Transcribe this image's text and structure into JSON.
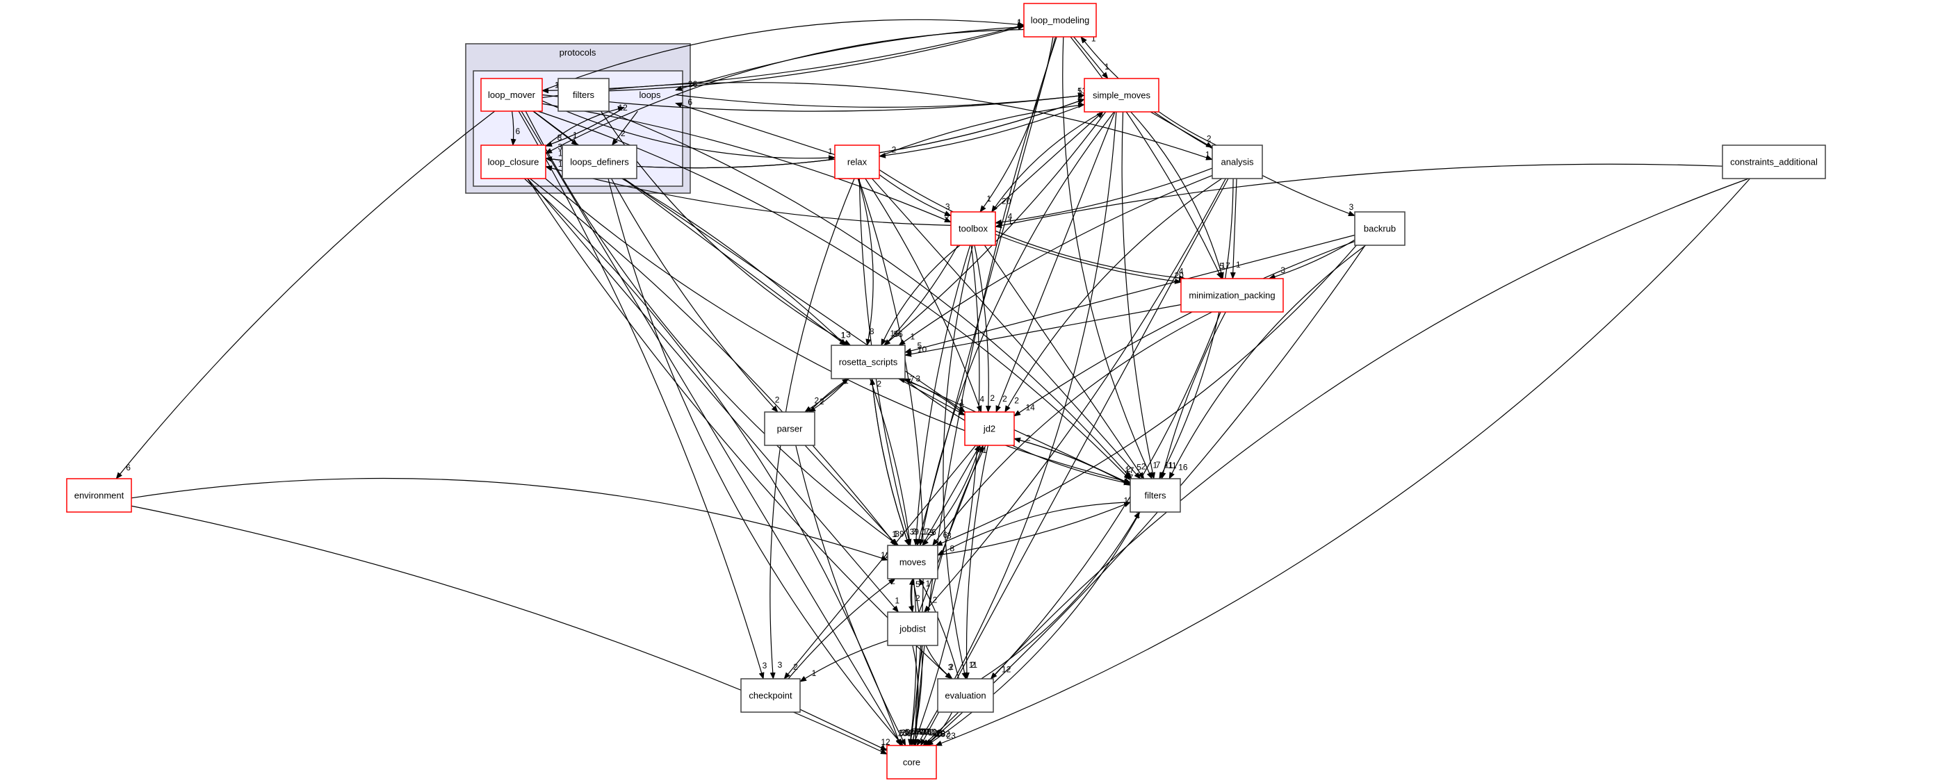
{
  "title": "Directory dependency graph: loop_modeling",
  "colors": {
    "linked_border": "#ff0000",
    "plain_border": "#404040",
    "cluster_outer_fill": "#dddded",
    "cluster_inner_fill": "#eeeeff"
  },
  "clusters": [
    {
      "id": "protocols",
      "label": "protocols"
    }
  ],
  "nodes": [
    {
      "id": "loop_modeling",
      "label": "loop_modeling",
      "linked": true
    },
    {
      "id": "loop_mover",
      "label": "loop_mover",
      "linked": true
    },
    {
      "id": "proto_filters",
      "label": "filters",
      "linked": false
    },
    {
      "id": "loops",
      "label": "loops",
      "linked": false,
      "boxless": true
    },
    {
      "id": "loop_closure",
      "label": "loop_closure",
      "linked": true
    },
    {
      "id": "loops_definers",
      "label": "loops_definers",
      "linked": false
    },
    {
      "id": "simple_moves",
      "label": "simple_moves",
      "linked": true
    },
    {
      "id": "relax",
      "label": "relax",
      "linked": true
    },
    {
      "id": "analysis",
      "label": "analysis",
      "linked": false
    },
    {
      "id": "constraints_additional",
      "label": "constraints_additional",
      "linked": false
    },
    {
      "id": "toolbox",
      "label": "toolbox",
      "linked": true
    },
    {
      "id": "backrub",
      "label": "backrub",
      "linked": false
    },
    {
      "id": "minimization_packing",
      "label": "minimization_packing",
      "linked": true
    },
    {
      "id": "rosetta_scripts",
      "label": "rosetta_scripts",
      "linked": false
    },
    {
      "id": "parser",
      "label": "parser",
      "linked": false
    },
    {
      "id": "jd2",
      "label": "jd2",
      "linked": true
    },
    {
      "id": "environment",
      "label": "environment",
      "linked": true
    },
    {
      "id": "filters",
      "label": "filters",
      "linked": false
    },
    {
      "id": "moves",
      "label": "moves",
      "linked": false
    },
    {
      "id": "jobdist",
      "label": "jobdist",
      "linked": false
    },
    {
      "id": "checkpoint",
      "label": "checkpoint",
      "linked": false
    },
    {
      "id": "evaluation",
      "label": "evaluation",
      "linked": false
    },
    {
      "id": "core",
      "label": "core",
      "linked": true
    }
  ],
  "edges": [
    {
      "from": "loop_mover",
      "to": "loop_modeling",
      "label": "1"
    },
    {
      "from": "loop_modeling",
      "to": "loop_mover",
      "label": "1"
    },
    {
      "from": "loop_modeling",
      "to": "simple_moves",
      "label": "1"
    },
    {
      "from": "loop_modeling",
      "to": "loops",
      "label": "26"
    },
    {
      "from": "loop_modeling",
      "to": "loop_closure",
      "label": "3"
    },
    {
      "from": "loop_modeling",
      "to": "toolbox",
      "label": "1"
    },
    {
      "from": "loop_modeling",
      "to": "minimization_packing",
      "label": "5"
    },
    {
      "from": "loop_modeling",
      "to": "moves",
      "label": "1"
    },
    {
      "from": "loop_modeling",
      "to": "core",
      "label": "12"
    },
    {
      "from": "loop_modeling",
      "to": "filters",
      "label": "1"
    },
    {
      "from": "analysis",
      "to": "loop_modeling",
      "label": "1"
    },
    {
      "from": "loop_mover",
      "to": "loop_closure",
      "label": "6"
    },
    {
      "from": "loop_mover",
      "to": "loops_definers",
      "label": "1"
    },
    {
      "from": "loop_mover",
      "to": "simple_moves",
      "label": "5"
    },
    {
      "from": "loop_mover",
      "to": "relax",
      "label": "1"
    },
    {
      "from": "loop_mover",
      "to": "analysis",
      "label": "1"
    },
    {
      "from": "loop_mover",
      "to": "toolbox",
      "label": "3"
    },
    {
      "from": "loop_mover",
      "to": "rosetta_scripts",
      "label": "1"
    },
    {
      "from": "loop_mover",
      "to": "environment",
      "label": "6"
    },
    {
      "from": "loop_mover",
      "to": "moves",
      "label": "39"
    },
    {
      "from": "loop_mover",
      "to": "filters",
      "label": "17"
    },
    {
      "from": "loop_mover",
      "to": "checkpoint",
      "label": "3"
    },
    {
      "from": "loop_mover",
      "to": "core",
      "label": "59"
    },
    {
      "from": "proto_filters",
      "to": "loop_modeling",
      "label": "1"
    },
    {
      "from": "proto_filters",
      "to": "rosetta_scripts",
      "label": "3"
    },
    {
      "from": "proto_filters",
      "to": "filters",
      "label": "2"
    },
    {
      "from": "loops",
      "to": "loop_closure",
      "label": "8"
    },
    {
      "from": "loops",
      "to": "loops_definers",
      "label": "2"
    },
    {
      "from": "loops",
      "to": "simple_moves",
      "label": "13"
    },
    {
      "from": "loop_closure",
      "to": "simple_moves",
      "label": "3"
    },
    {
      "from": "loop_closure",
      "to": "loops",
      "label": "12"
    },
    {
      "from": "loop_closure",
      "to": "moves",
      "label": "1"
    },
    {
      "from": "loop_closure",
      "to": "jobdist",
      "label": "1"
    },
    {
      "from": "loop_closure",
      "to": "evaluation",
      "label": "3"
    },
    {
      "from": "loop_closure",
      "to": "filters",
      "label": "2"
    },
    {
      "from": "loop_closure",
      "to": "core",
      "label": "201"
    },
    {
      "from": "loops_definers",
      "to": "rosetta_scripts",
      "label": "1"
    },
    {
      "from": "loops_definers",
      "to": "jd2",
      "label": "1"
    },
    {
      "from": "loops_definers",
      "to": "parser",
      "label": "2"
    },
    {
      "from": "loops_definers",
      "to": "core",
      "label": "22"
    },
    {
      "from": "simple_moves",
      "to": "loop_closure",
      "label": "1"
    },
    {
      "from": "simple_moves",
      "to": "relax",
      "label": "2"
    },
    {
      "from": "simple_moves",
      "to": "analysis",
      "label": "2"
    },
    {
      "from": "simple_moves",
      "to": "backrub",
      "label": "3"
    },
    {
      "from": "simple_moves",
      "to": "toolbox",
      "label": "20"
    },
    {
      "from": "simple_moves",
      "to": "minimization_packing",
      "label": "17"
    },
    {
      "from": "simple_moves",
      "to": "rosetta_scripts",
      "label": "56"
    },
    {
      "from": "simple_moves",
      "to": "jd2",
      "label": "2"
    },
    {
      "from": "simple_moves",
      "to": "filters",
      "label": "7"
    },
    {
      "from": "simple_moves",
      "to": "moves",
      "label": "26"
    },
    {
      "from": "simple_moves",
      "to": "core",
      "label": "162"
    },
    {
      "from": "relax",
      "to": "simple_moves",
      "label": "8"
    },
    {
      "from": "relax",
      "to": "loops",
      "label": "6"
    },
    {
      "from": "relax",
      "to": "toolbox",
      "label": "3"
    },
    {
      "from": "relax",
      "to": "minimization_packing",
      "label": "4"
    },
    {
      "from": "relax",
      "to": "rosetta_scripts",
      "label": "8"
    },
    {
      "from": "relax",
      "to": "jd2",
      "label": "4"
    },
    {
      "from": "relax",
      "to": "filters",
      "label": "5"
    },
    {
      "from": "relax",
      "to": "moves",
      "label": "2"
    },
    {
      "from": "relax",
      "to": "checkpoint",
      "label": "3"
    },
    {
      "from": "relax",
      "to": "core",
      "label": "59"
    },
    {
      "from": "analysis",
      "to": "toolbox",
      "label": "4"
    },
    {
      "from": "analysis",
      "to": "minimization_packing",
      "label": "1"
    },
    {
      "from": "analysis",
      "to": "rosetta_scripts",
      "label": "1"
    },
    {
      "from": "analysis",
      "to": "jd2",
      "label": "2"
    },
    {
      "from": "analysis",
      "to": "filters",
      "label": "11"
    },
    {
      "from": "analysis",
      "to": "jobdist",
      "label": "2"
    },
    {
      "from": "analysis",
      "to": "core",
      "label": "123"
    },
    {
      "from": "constraints_additional",
      "to": "toolbox",
      "label": "1"
    },
    {
      "from": "constraints_additional",
      "to": "evaluation",
      "label": "12"
    },
    {
      "from": "constraints_additional",
      "to": "core",
      "label": "23"
    },
    {
      "from": "toolbox",
      "to": "loop_closure",
      "label": "1"
    },
    {
      "from": "toolbox",
      "to": "simple_moves",
      "label": "3"
    },
    {
      "from": "toolbox",
      "to": "minimization_packing",
      "label": "20"
    },
    {
      "from": "toolbox",
      "to": "rosetta_scripts",
      "label": "16"
    },
    {
      "from": "toolbox",
      "to": "parser",
      "label": "2"
    },
    {
      "from": "toolbox",
      "to": "jd2",
      "label": "2"
    },
    {
      "from": "toolbox",
      "to": "filters",
      "label": "2"
    },
    {
      "from": "toolbox",
      "to": "moves",
      "label": "17"
    },
    {
      "from": "toolbox",
      "to": "evaluation",
      "label": "11"
    },
    {
      "from": "toolbox",
      "to": "core",
      "label": "120"
    },
    {
      "from": "backrub",
      "to": "minimization_packing",
      "label": "3"
    },
    {
      "from": "backrub",
      "to": "rosetta_scripts",
      "label": "5"
    },
    {
      "from": "backrub",
      "to": "jd2",
      "label": "14"
    },
    {
      "from": "backrub",
      "to": "filters",
      "label": "16"
    },
    {
      "from": "backrub",
      "to": "moves",
      "label": "3"
    },
    {
      "from": "backrub",
      "to": "core",
      "label": "16"
    },
    {
      "from": "minimization_packing",
      "to": "rosetta_scripts",
      "label": "10"
    },
    {
      "from": "minimization_packing",
      "to": "filters",
      "label": "11"
    },
    {
      "from": "minimization_packing",
      "to": "moves",
      "label": "6"
    },
    {
      "from": "minimization_packing",
      "to": "core",
      "label": "129"
    },
    {
      "from": "rosetta_scripts",
      "to": "parser",
      "label": "2"
    },
    {
      "from": "rosetta_scripts",
      "to": "jd2",
      "label": "5"
    },
    {
      "from": "rosetta_scripts",
      "to": "moves",
      "label": "39"
    },
    {
      "from": "rosetta_scripts",
      "to": "filters",
      "label": "4"
    },
    {
      "from": "rosetta_scripts",
      "to": "core",
      "label": "52"
    },
    {
      "from": "parser",
      "to": "rosetta_scripts",
      "label": "1"
    },
    {
      "from": "parser",
      "to": "moves",
      "label": "1"
    },
    {
      "from": "parser",
      "to": "core",
      "label": "58"
    },
    {
      "from": "jd2",
      "to": "rosetta_scripts",
      "label": "7"
    },
    {
      "from": "jd2",
      "to": "moves",
      "label": "5"
    },
    {
      "from": "jd2",
      "to": "filters",
      "label": "17"
    },
    {
      "from": "jd2",
      "to": "checkpoint",
      "label": "2"
    },
    {
      "from": "jd2",
      "to": "evaluation",
      "label": "2"
    },
    {
      "from": "jd2",
      "to": "core",
      "label": "201"
    },
    {
      "from": "environment",
      "to": "moves",
      "label": "12"
    },
    {
      "from": "environment",
      "to": "core",
      "label": "42"
    },
    {
      "from": "filters",
      "to": "rosetta_scripts",
      "label": "3"
    },
    {
      "from": "filters",
      "to": "jd2",
      "label": "2"
    },
    {
      "from": "filters",
      "to": "moves",
      "label": "8"
    },
    {
      "from": "filters",
      "to": "core",
      "label": "162"
    },
    {
      "from": "moves",
      "to": "rosetta_scripts",
      "label": "2"
    },
    {
      "from": "moves",
      "to": "jd2",
      "label": "1"
    },
    {
      "from": "moves",
      "to": "filters",
      "label": "1"
    },
    {
      "from": "moves",
      "to": "jobdist",
      "label": "2"
    },
    {
      "from": "moves",
      "to": "core",
      "label": "120"
    },
    {
      "from": "jobdist",
      "to": "moves",
      "label": "5"
    },
    {
      "from": "jobdist",
      "to": "jd2",
      "label": "1"
    },
    {
      "from": "jobdist",
      "to": "checkpoint",
      "label": "1"
    },
    {
      "from": "jobdist",
      "to": "evaluation",
      "label": "2"
    },
    {
      "from": "jobdist",
      "to": "core",
      "label": "57"
    },
    {
      "from": "checkpoint",
      "to": "moves",
      "label": "2"
    },
    {
      "from": "checkpoint",
      "to": "core",
      "label": "12"
    },
    {
      "from": "evaluation",
      "to": "moves",
      "label": "1"
    },
    {
      "from": "evaluation",
      "to": "filters",
      "label": "1"
    },
    {
      "from": "evaluation",
      "to": "core",
      "label": "47"
    }
  ]
}
